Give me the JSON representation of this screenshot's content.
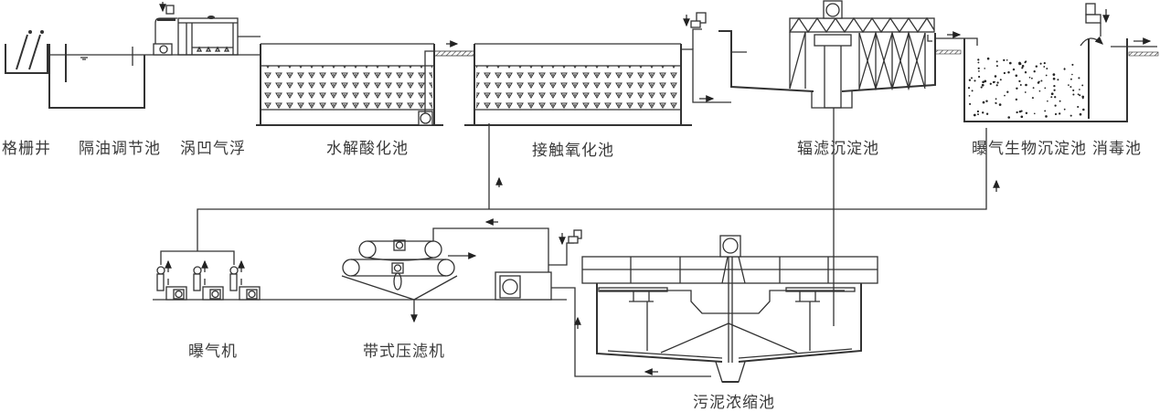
{
  "diagram": {
    "title": "",
    "type": "wastewater-treatment-process-flow",
    "units": [
      {
        "id": "bar-screen-well",
        "label": "格栅井"
      },
      {
        "id": "oil-separation-equalization-tank",
        "label": "隔油调节池"
      },
      {
        "id": "cavitation-air-flotation",
        "label": "涡凹气浮"
      },
      {
        "id": "hydrolysis-acidification-tank",
        "label": "水解酸化池"
      },
      {
        "id": "contact-oxidation-tank",
        "label": "接触氧化池"
      },
      {
        "id": "radial-filter-sedimentation-tank",
        "label": "辐滤沉淀池"
      },
      {
        "id": "aerated-bio-sedimentation-tank",
        "label": "曝气生物沉淀池"
      },
      {
        "id": "disinfection-tank",
        "label": "消毒池"
      },
      {
        "id": "aeration-blower",
        "label": "曝气机"
      },
      {
        "id": "belt-filter-press",
        "label": "带式压滤机"
      },
      {
        "id": "sludge-thickening-tank",
        "label": "污泥浓缩池"
      }
    ],
    "flows": [
      {
        "from": "bar-screen-well",
        "to": "oil-separation-equalization-tank",
        "kind": "water"
      },
      {
        "from": "oil-separation-equalization-tank",
        "to": "cavitation-air-flotation",
        "kind": "water"
      },
      {
        "from": "cavitation-air-flotation",
        "to": "hydrolysis-acidification-tank",
        "kind": "water"
      },
      {
        "from": "hydrolysis-acidification-tank",
        "to": "contact-oxidation-tank",
        "kind": "water"
      },
      {
        "from": "contact-oxidation-tank",
        "to": "radial-filter-sedimentation-tank",
        "kind": "water"
      },
      {
        "from": "radial-filter-sedimentation-tank",
        "to": "aerated-bio-sedimentation-tank",
        "kind": "water"
      },
      {
        "from": "aerated-bio-sedimentation-tank",
        "to": "disinfection-tank",
        "kind": "water"
      },
      {
        "from": "disinfection-tank",
        "to": "outlet",
        "kind": "water"
      },
      {
        "from": "aeration-blower",
        "to": "contact-oxidation-tank",
        "kind": "air"
      },
      {
        "from": "aeration-blower",
        "to": "aerated-bio-sedimentation-tank",
        "kind": "air"
      },
      {
        "from": "radial-filter-sedimentation-tank",
        "to": "sludge-thickening-tank",
        "kind": "sludge"
      },
      {
        "from": "sludge-thickening-tank",
        "to": "belt-filter-press",
        "kind": "sludge"
      },
      {
        "from": "belt-filter-press",
        "to": "sludge-cake",
        "kind": "sludge"
      },
      {
        "from": "sludge-thickening-tank",
        "to": "sludge-return",
        "kind": "supernatant"
      }
    ]
  }
}
